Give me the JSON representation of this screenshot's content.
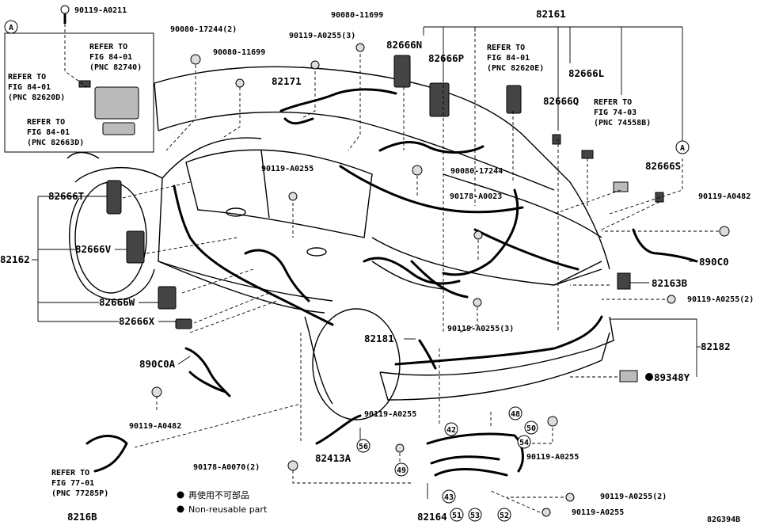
{
  "labels": {
    "p82161": "82161",
    "p82171": "82171",
    "p82162": "82162",
    "p82181": "82181",
    "p82182": "82182",
    "p82164": "82164",
    "p8216B": "8216B",
    "p82413A": "82413A",
    "p82163B": "82163B",
    "p82666N": "82666N",
    "p82666P": "82666P",
    "p82666L": "82666L",
    "p82666Q": "82666Q",
    "p82666S": "82666S",
    "p82666T": "82666T",
    "p82666V": "82666V",
    "p82666W": "82666W",
    "p82666X": "82666X",
    "p890C0": "890C0",
    "p890C0A": "890C0A",
    "p89348Y": "89348Y",
    "b90119_A0211": "90119-A0211",
    "b90080_17244_2": "90080-17244(2)",
    "b90080_11699_a": "90080-11699",
    "b90080_11699_b": "90080-11699",
    "b90119_A0255_3a": "90119-A0255(3)",
    "b90119_A0255_a": "90119-A0255",
    "b90080_17244": "90080-17244",
    "b90178_A0023": "90178-A0023",
    "b90119_A0482_a": "90119-A0482",
    "b90119_A0482_b": "90119-A0482",
    "b90119_A0255_2a": "90119-A0255(2)",
    "b90119_A0255_3b": "90119-A0255(3)",
    "b90119_A0255_b": "90119-A0255",
    "b90119_A0255_c": "90119-A0255",
    "b90178_A0070_2": "90178-A0070(2)",
    "b90119_A0255_2b": "90119-A0255(2)",
    "b90119_A0255_d": "90119-A0255",
    "drawing_code": "82G394B"
  },
  "refs": {
    "r1_l1": "REFER TO",
    "r1_l2": "FIG 84-01",
    "r1_l3": "(PNC 82740)",
    "r2_l1": "REFER TO",
    "r2_l2": "FIG 84-01",
    "r2_l3": "(PNC 82620D)",
    "r3_l1": "REFER TO",
    "r3_l2": "FIG 84-01",
    "r3_l3": "(PNC 82663D)",
    "r4_l1": "REFER TO",
    "r4_l2": "FIG 84-01",
    "r4_l3": "(PNC 82620E)",
    "r5_l1": "REFER TO",
    "r5_l2": "FIG 74-03",
    "r5_l3": "(PNC 74558B)",
    "r6_l1": "REFER TO",
    "r6_l2": "FIG 77-01",
    "r6_l3": "(PNC 77285P)"
  },
  "callouts": {
    "c42": "42",
    "c43": "43",
    "c48": "48",
    "c49": "49",
    "c50": "50",
    "c51": "51",
    "c52": "52",
    "c53": "53",
    "c54": "54",
    "c56": "56"
  },
  "markers": {
    "a_left": "A",
    "a_right": "A"
  },
  "legend": {
    "jp": "再使用不可部品",
    "en": "Non-reusable part"
  }
}
